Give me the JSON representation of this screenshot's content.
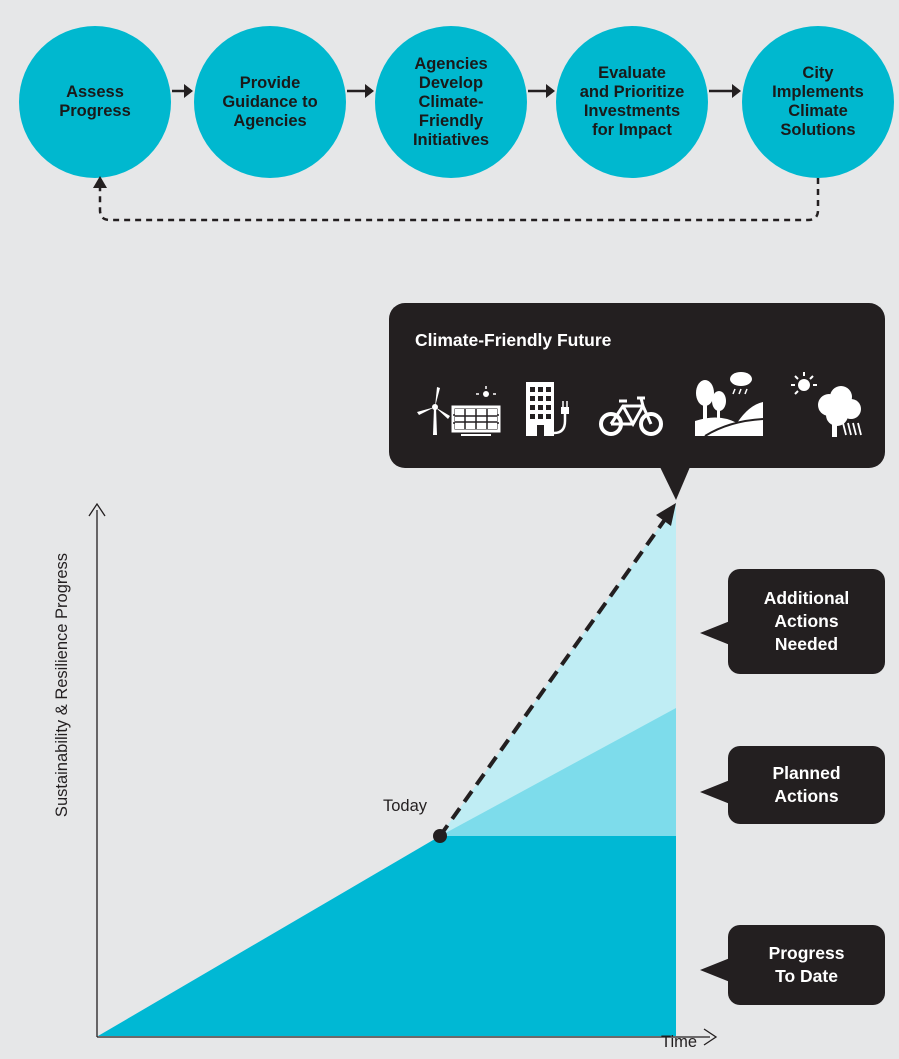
{
  "process": {
    "steps": [
      "Assess\nProgress",
      "Provide\nGuidance to\nAgencies",
      "Agencies\nDevelop\nClimate-\nFriendly\nInitiatives",
      "Evaluate\nand Prioritize\nInvestments\nfor Impact",
      "City\nImplements\nClimate\nSolutions"
    ]
  },
  "future": {
    "title": "Climate-Friendly Future",
    "icons": [
      "wind-turbine-solar-panel-icon",
      "electric-building-icon",
      "bicycle-icon",
      "landscape-trees-rain-icon",
      "sun-tree-rain-icon"
    ]
  },
  "graph": {
    "y_axis_label": "Sustainability & Resilience Progress",
    "x_axis_label": "Time",
    "today_label": "Today"
  },
  "callouts": {
    "additional": "Additional\nActions\nNeeded",
    "planned": "Planned\nActions",
    "progress": "Progress\nTo Date"
  },
  "colors": {
    "circle": "#00b8cf",
    "progress_area": "#00b8d4",
    "planned_area": "#7ddceb",
    "additional_area": "#bfedf4",
    "dark": "#231f20",
    "background": "#e6e7e8"
  }
}
